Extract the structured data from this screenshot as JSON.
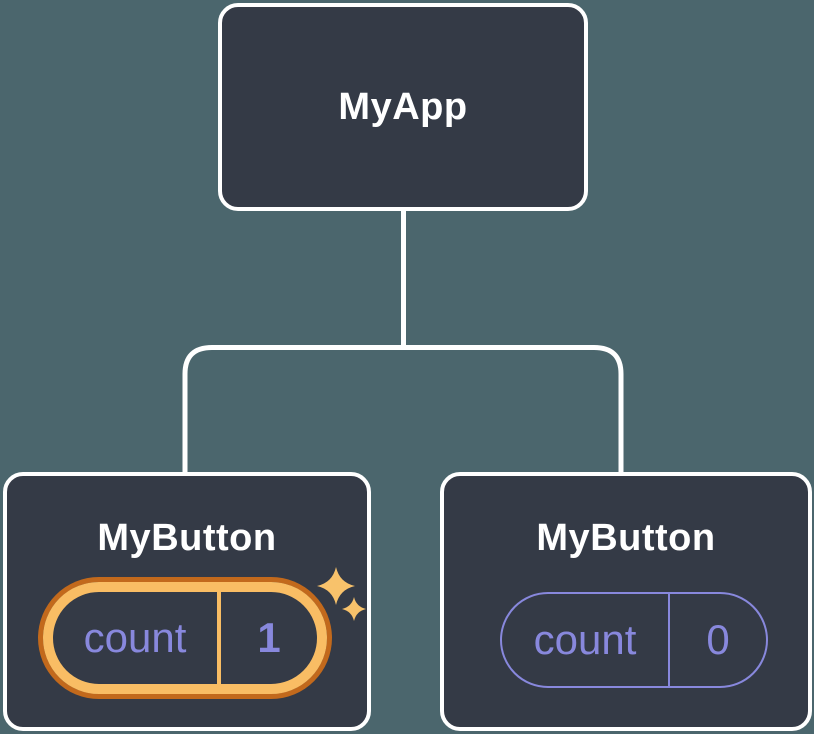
{
  "diagram": {
    "type": "component-tree",
    "colors": {
      "background": "#4b666d",
      "node_fill": "#343a46",
      "node_border": "#ffffff",
      "connector": "#ffffff",
      "state_accent": "#8888dd",
      "highlight_gold": "#f9bd64",
      "highlight_orange": "#c2691c",
      "sparkle_gold": "#f8c26b",
      "label_text": "#ffffff"
    },
    "tree": {
      "root": {
        "label": "MyApp"
      },
      "children": [
        {
          "label": "MyButton",
          "state_key": "count",
          "state_value": "1",
          "highlighted": true,
          "sparkles": true
        },
        {
          "label": "MyButton",
          "state_key": "count",
          "state_value": "0",
          "highlighted": false,
          "sparkles": false
        }
      ]
    }
  }
}
